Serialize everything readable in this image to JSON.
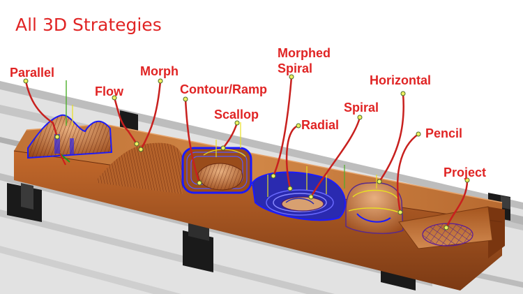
{
  "title": "All 3D Strategies",
  "labels": {
    "parallel": "Parallel",
    "flow": "Flow",
    "morph": "Morph",
    "contour_ramp": "Contour/Ramp",
    "scallop": "Scallop",
    "morphed_spiral_line1": "Morphed",
    "morphed_spiral_line2": "Spiral",
    "radial": "Radial",
    "spiral": "Spiral",
    "horizontal": "Horizontal",
    "pencil": "Pencil",
    "project": "Project"
  },
  "colors": {
    "label_red": "#e02424",
    "leader_red": "#c8201e",
    "part_copper": "#b8622a",
    "part_top": "#c97a3e",
    "toolpath_blue": "#1a1aff",
    "toolpath_yellow": "#e8e020",
    "table_grey": "#dcdcdc",
    "clamp_black": "#1a1a1a"
  },
  "icons": {
    "endpoint_marker": "green-yellow-dot",
    "tool_vector": "green-arrow"
  }
}
